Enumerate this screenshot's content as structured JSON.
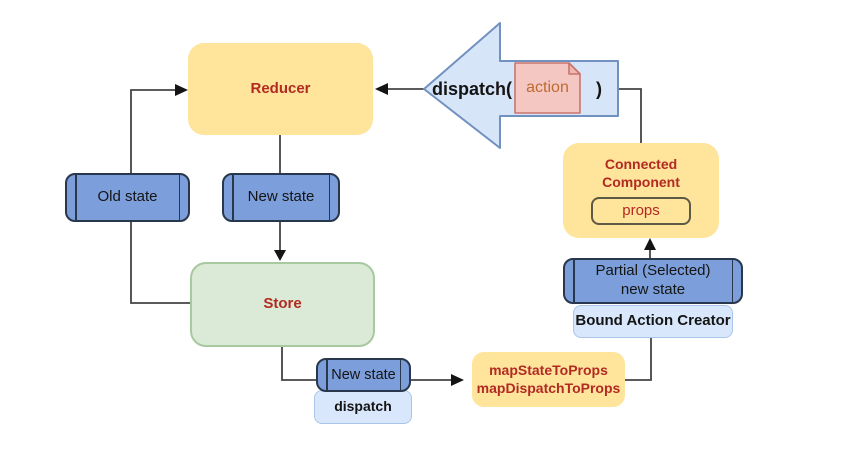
{
  "diagram": {
    "reducer": {
      "label": "Reducer"
    },
    "old_state": {
      "label": "Old state"
    },
    "new_state_top": {
      "label": "New state"
    },
    "store": {
      "label": "Store"
    },
    "dispatch_call": {
      "prefix": "dispatch(",
      "action_label": "action",
      "suffix": ")"
    },
    "connected_component": {
      "line1": "Connected",
      "line2": "Component",
      "props_label": "props"
    },
    "partial_state": {
      "line1": "Partial (Selected)",
      "line2": "new state"
    },
    "bound_action_creator": {
      "label": "Bound Action Creator"
    },
    "new_state_bottom": {
      "label": "New state"
    },
    "dispatch_box": {
      "label": "dispatch"
    },
    "map_props": {
      "line1": "mapStateToProps",
      "line2": "mapDispatchToProps"
    }
  },
  "colors": {
    "background": "#FFFFFF",
    "yellow_fill": "#FFE49C",
    "blue_state_fill": "#7C9FDB",
    "blue_state_border": "#28374B",
    "lightblue_fill": "#D8E7FB",
    "lightblue_border": "#A9C6EA",
    "green_fill": "#DBEAD6",
    "green_border": "#A8C8A0",
    "dispatch_arrow_fill": "#D7E5F8",
    "dispatch_arrow_border": "#7191C1",
    "action_note_fill": "#F4C7C3",
    "action_note_border": "#C9756B",
    "red_text": "#B22A22",
    "action_text": "#BE6A32",
    "connector_line": "#444444"
  }
}
